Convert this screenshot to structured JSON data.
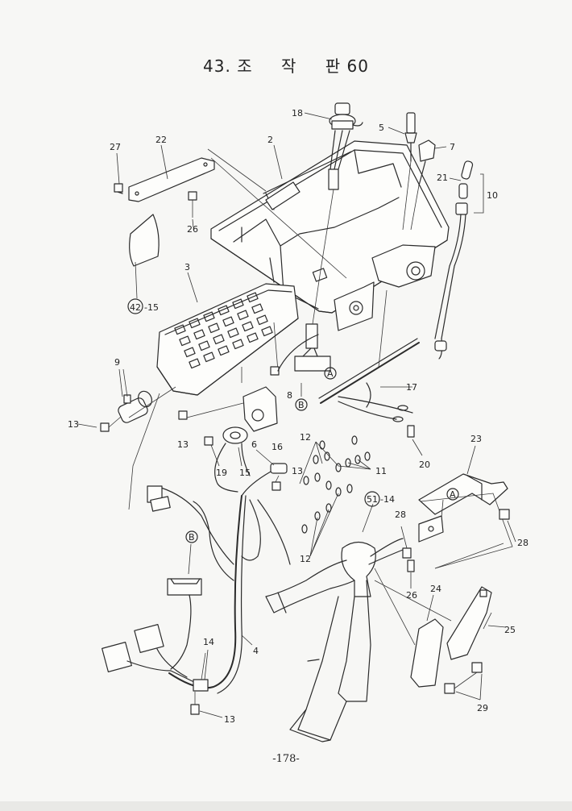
{
  "page": {
    "title_number": "43.",
    "title_words": [
      "조",
      "작",
      "판"
    ],
    "title_suffix": "60",
    "page_number": "-178-"
  },
  "callouts": [
    {
      "id": "c18",
      "text": "18"
    },
    {
      "id": "c2",
      "text": "2"
    },
    {
      "id": "c5",
      "text": "5"
    },
    {
      "id": "c7",
      "text": "7"
    },
    {
      "id": "c21",
      "text": "21"
    },
    {
      "id": "c10",
      "text": "10"
    },
    {
      "id": "c27",
      "text": "27"
    },
    {
      "id": "c22",
      "text": "22"
    },
    {
      "id": "c26a",
      "text": "26"
    },
    {
      "id": "c4215",
      "text": "-15"
    },
    {
      "id": "c42",
      "text": "42"
    },
    {
      "id": "c3",
      "text": "3"
    },
    {
      "id": "cA1",
      "text": "A"
    },
    {
      "id": "c8",
      "text": "8"
    },
    {
      "id": "cB1",
      "text": "B"
    },
    {
      "id": "c17",
      "text": "17"
    },
    {
      "id": "c9",
      "text": "9"
    },
    {
      "id": "c13a",
      "text": "13"
    },
    {
      "id": "c13b",
      "text": "13"
    },
    {
      "id": "c16",
      "text": "16"
    },
    {
      "id": "c12a",
      "text": "12"
    },
    {
      "id": "c20",
      "text": "20"
    },
    {
      "id": "c23",
      "text": "23"
    },
    {
      "id": "c19",
      "text": "19"
    },
    {
      "id": "c15",
      "text": "15"
    },
    {
      "id": "c6",
      "text": "6"
    },
    {
      "id": "c13c",
      "text": "13"
    },
    {
      "id": "c11",
      "text": "11"
    },
    {
      "id": "c51",
      "text": "51"
    },
    {
      "id": "c5114",
      "text": "-14"
    },
    {
      "id": "cA2",
      "text": "A"
    },
    {
      "id": "c28a",
      "text": "28"
    },
    {
      "id": "c28b",
      "text": "28"
    },
    {
      "id": "cB2",
      "text": "B"
    },
    {
      "id": "c12b",
      "text": "12"
    },
    {
      "id": "c26b",
      "text": "26"
    },
    {
      "id": "c24",
      "text": "24"
    },
    {
      "id": "c25",
      "text": "25"
    },
    {
      "id": "c4",
      "text": "4"
    },
    {
      "id": "c14",
      "text": "14"
    },
    {
      "id": "c29",
      "text": "29"
    },
    {
      "id": "c13d",
      "text": "13"
    }
  ],
  "colors": {
    "ink": "#2b2b2b",
    "paper": "#f7f7f5"
  }
}
